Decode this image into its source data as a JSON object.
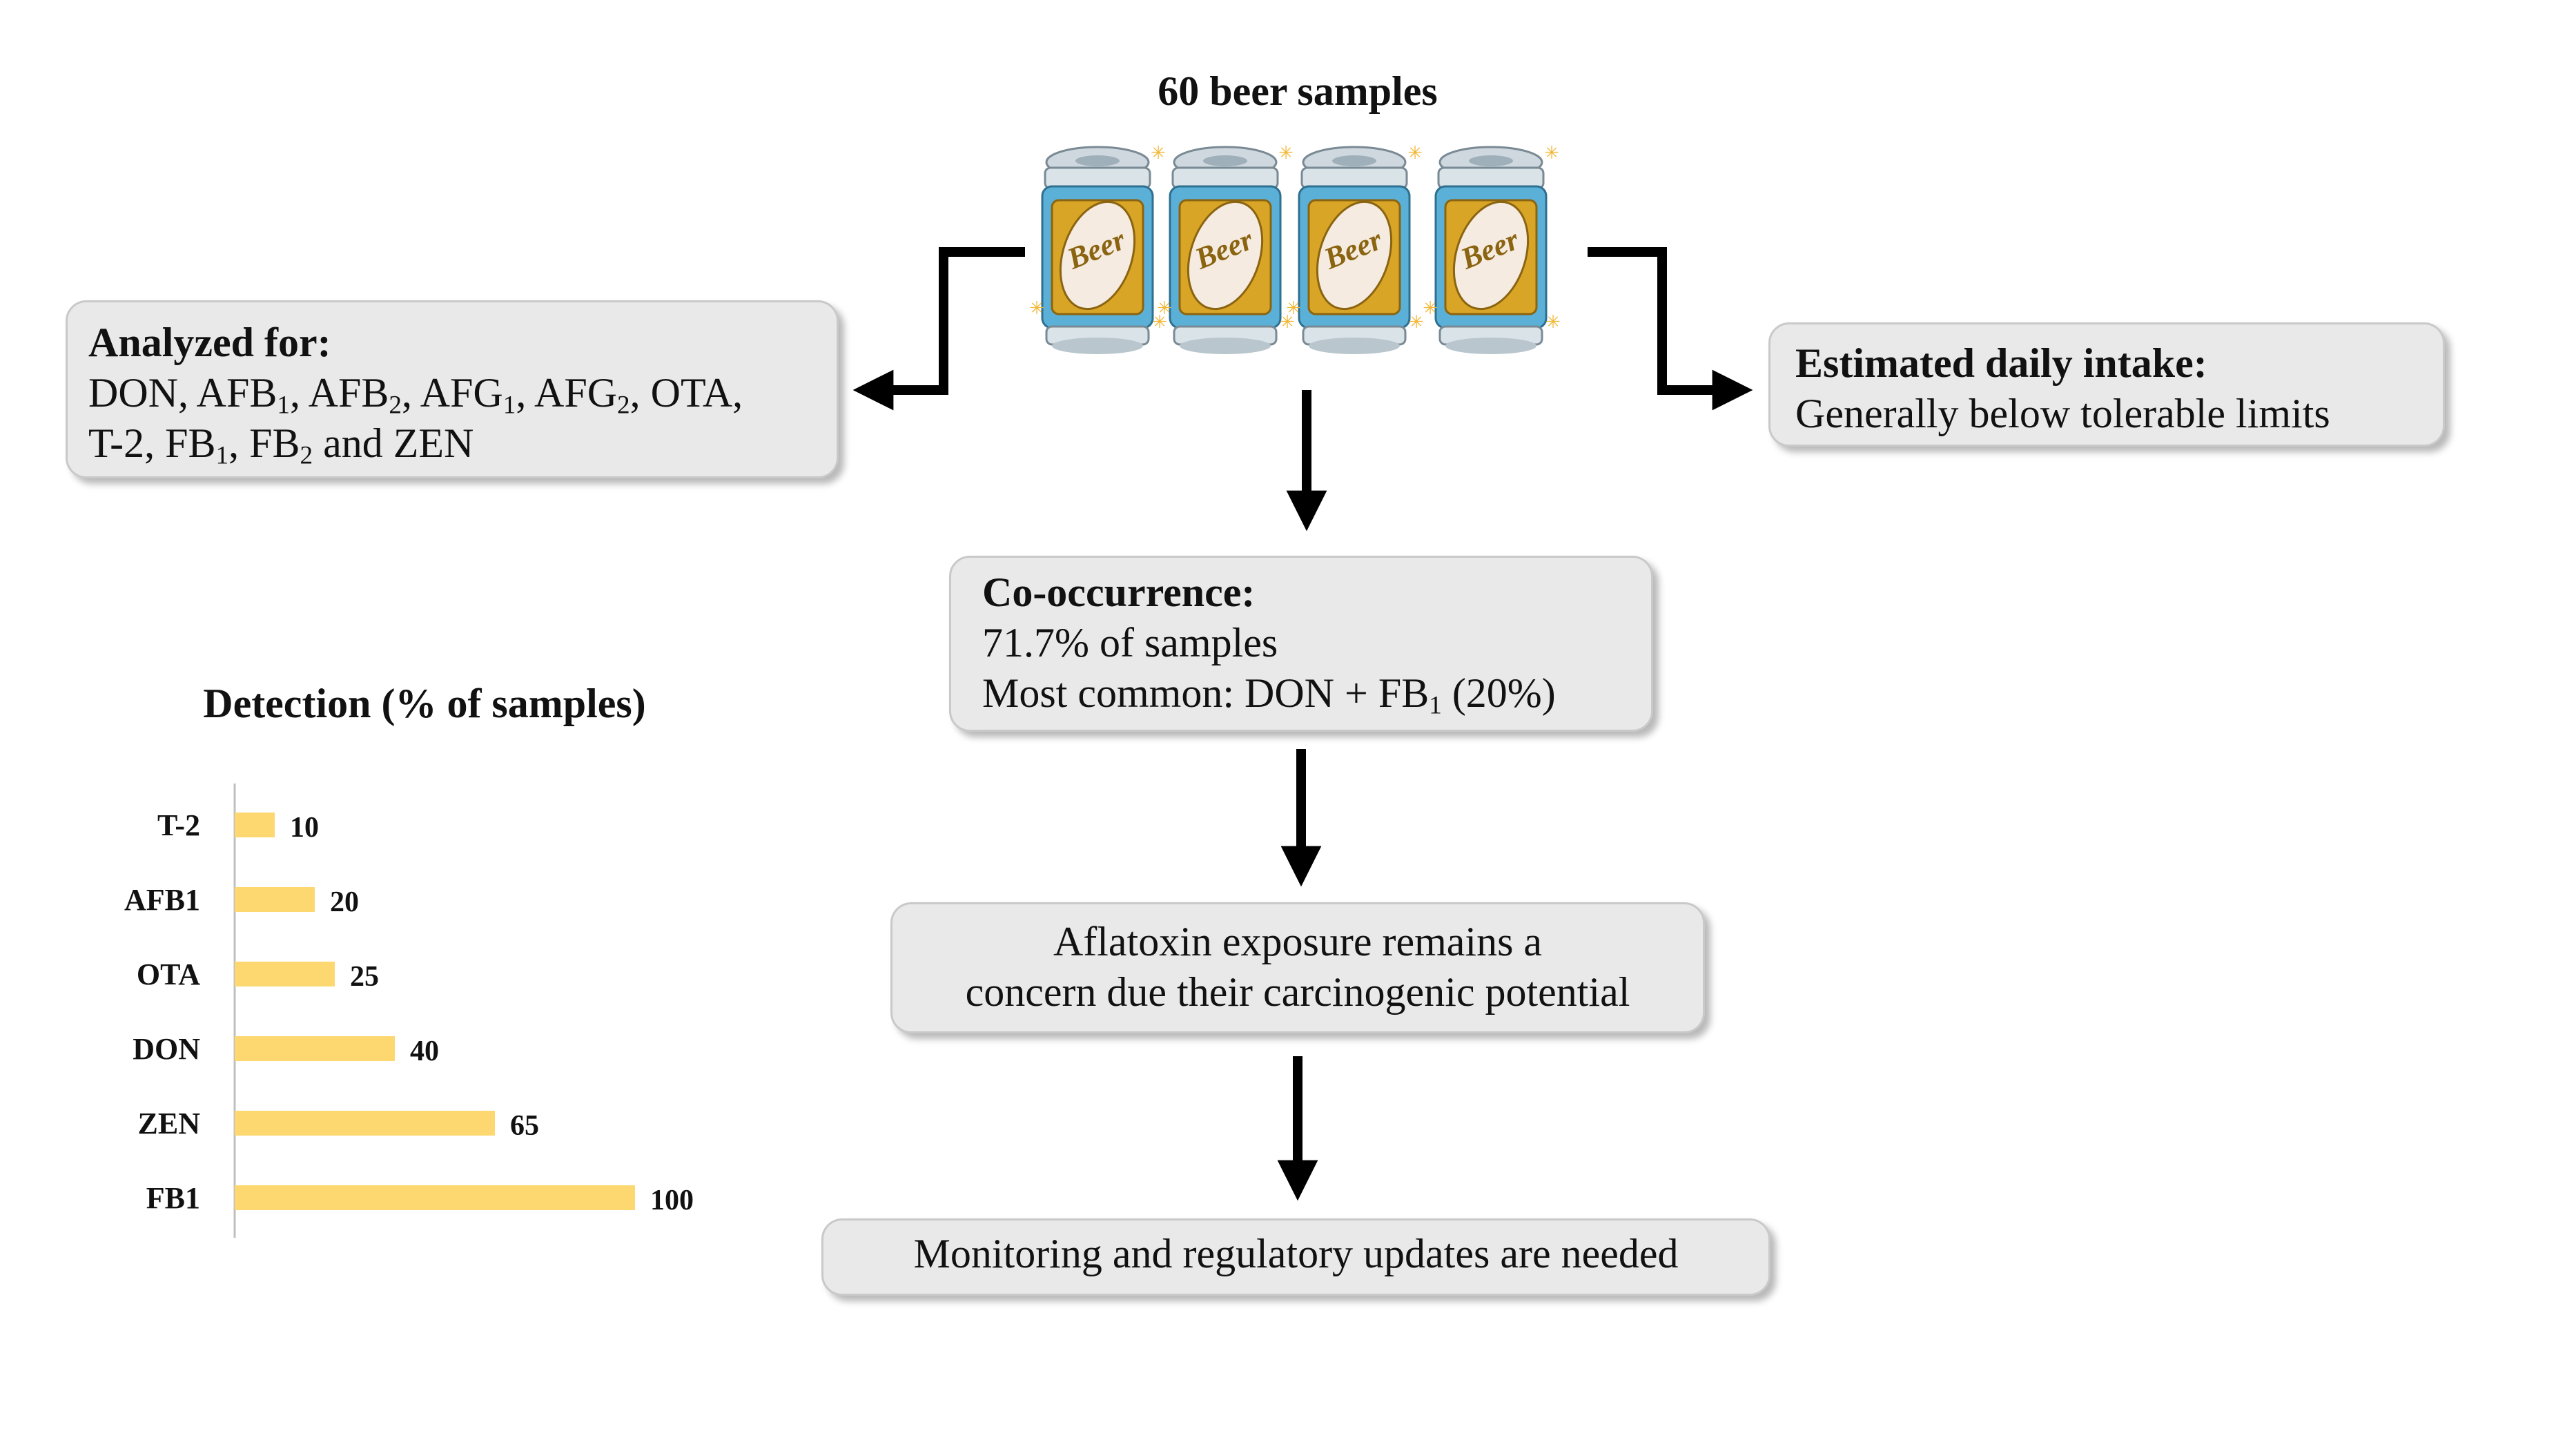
{
  "title": "60 beer samples",
  "can_label": "Beer",
  "analyzed": {
    "heading": "Analyzed for:",
    "line1": [
      " DON, AFB",
      "1",
      ", AFB",
      "2",
      ", AFG",
      "1",
      ", AFG",
      "2",
      ", OTA,"
    ],
    "line2": [
      "T-2, FB",
      "1",
      ", FB",
      "2",
      " and ZEN"
    ]
  },
  "intake": {
    "heading": "Estimated daily intake:",
    "text": "Generally below tolerable limits"
  },
  "cooccurrence": {
    "heading": "Co-occurrence:",
    "line1": "71.7% of samples",
    "line2": [
      "Most common: DON + FB",
      "1",
      " (20%)"
    ]
  },
  "aflatoxin": {
    "line1": "Aflatoxin exposure remains a",
    "line2": "concern due their carcinogenic potential"
  },
  "monitoring": "Monitoring and regulatory updates are needed",
  "chart_data": {
    "type": "bar",
    "orientation": "horizontal",
    "title": "Detection (% of samples)",
    "categories": [
      "T-2",
      "AFB1",
      "OTA",
      "DON",
      "ZEN",
      "FB1"
    ],
    "values": [
      10,
      20,
      25,
      40,
      65,
      100
    ],
    "bar_color": "#fdd871",
    "xlim": [
      0,
      100
    ]
  },
  "colors": {
    "box_fill": "#e9e9e9",
    "can_body": "#5bb0d8",
    "can_label": "#d9a527",
    "arrow": "#000000"
  }
}
